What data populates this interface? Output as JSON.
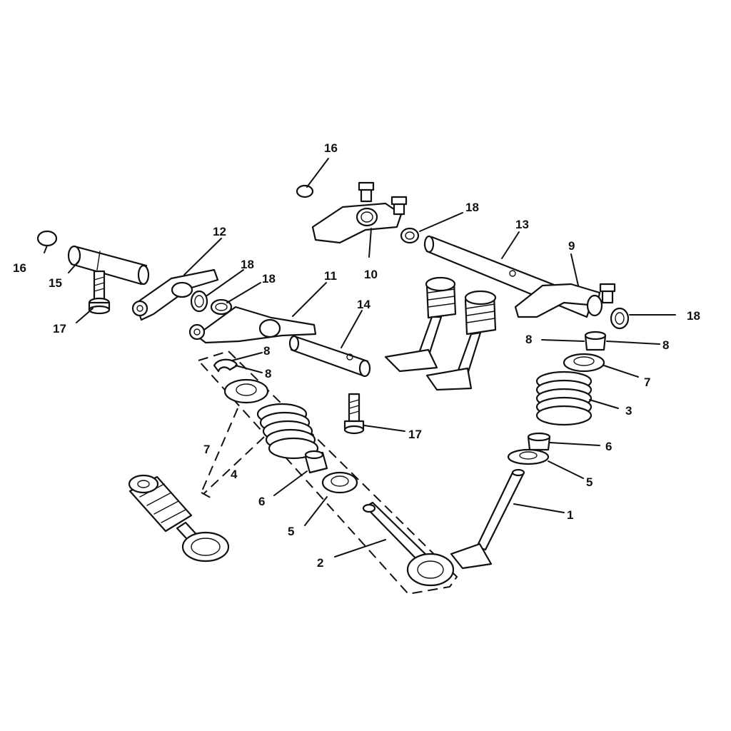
{
  "diagram": {
    "accent_color": "#111111",
    "background_color": "#ffffff",
    "callouts": [
      "1",
      "2",
      "3",
      "4",
      "5",
      "5",
      "6",
      "6",
      "7",
      "7",
      "8",
      "8",
      "8",
      "8",
      "9",
      "10",
      "11",
      "12",
      "13",
      "14",
      "15",
      "16",
      "16",
      "17",
      "17",
      "18",
      "18",
      "18",
      "18"
    ],
    "labels": {
      "c1": "1",
      "c2": "2",
      "c3": "3",
      "c4": "4",
      "c5a": "5",
      "c5b": "5",
      "c6a": "6",
      "c6b": "6",
      "c7a": "7",
      "c7b": "7",
      "c8a": "8",
      "c8b": "8",
      "c8c": "8",
      "c8d": "8",
      "c9": "9",
      "c10": "10",
      "c11": "11",
      "c12": "12",
      "c13": "13",
      "c14": "14",
      "c15": "15",
      "c16a": "16",
      "c16b": "16",
      "c17a": "17",
      "c17b": "17",
      "c18a": "18",
      "c18b": "18",
      "c18c": "18",
      "c18d": "18"
    }
  }
}
